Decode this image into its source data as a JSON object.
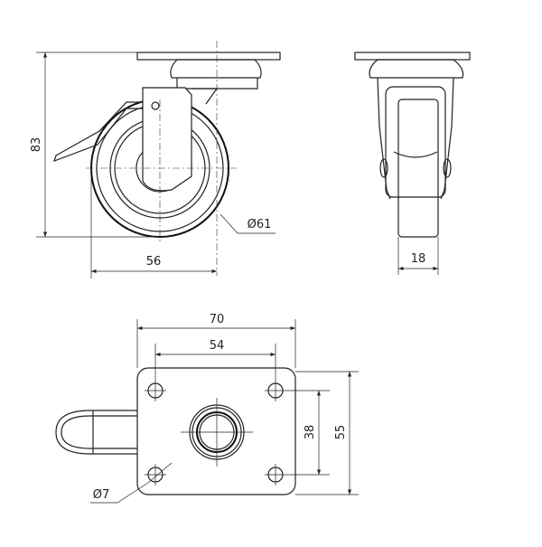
{
  "views": {
    "side": {
      "height_dim": "83",
      "width_dim": "56",
      "wheel_diameter": "Ø61"
    },
    "front": {
      "wheel_width_dim": "18"
    },
    "top": {
      "plate_width_dim": "70",
      "hole_spacing_x_dim": "54",
      "hole_spacing_y_dim": "38",
      "plate_depth_dim": "55",
      "hole_diameter": "Ø7"
    }
  }
}
